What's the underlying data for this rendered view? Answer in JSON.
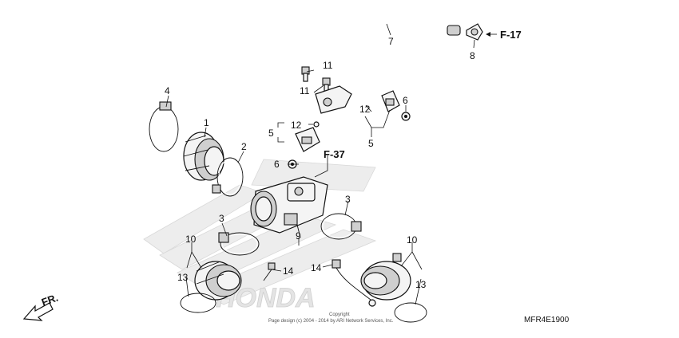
{
  "diagram": {
    "callouts": {
      "c1": "1",
      "c2": "2",
      "c3a": "3",
      "c3b": "3",
      "c4": "4",
      "c5a": "5",
      "c5b": "5",
      "c6a": "6",
      "c6b": "6",
      "c7": "7",
      "c8": "8",
      "c9": "9",
      "c10a": "10",
      "c10b": "10",
      "c11a": "11",
      "c11b": "11",
      "c12a": "12",
      "c12b": "12",
      "c13a": "13",
      "c13b": "13",
      "c14a": "14",
      "c14b": "14"
    },
    "refs": {
      "f17": "F-17",
      "f37": "F-37"
    },
    "direction": "FR.",
    "watermark": "HONDA",
    "copyright_line1": "Copyright",
    "copyright_line2": "Page design (c) 2004 - 2014 by ARI Network Services, Inc.",
    "diagram_code": "MFR4E1900"
  }
}
